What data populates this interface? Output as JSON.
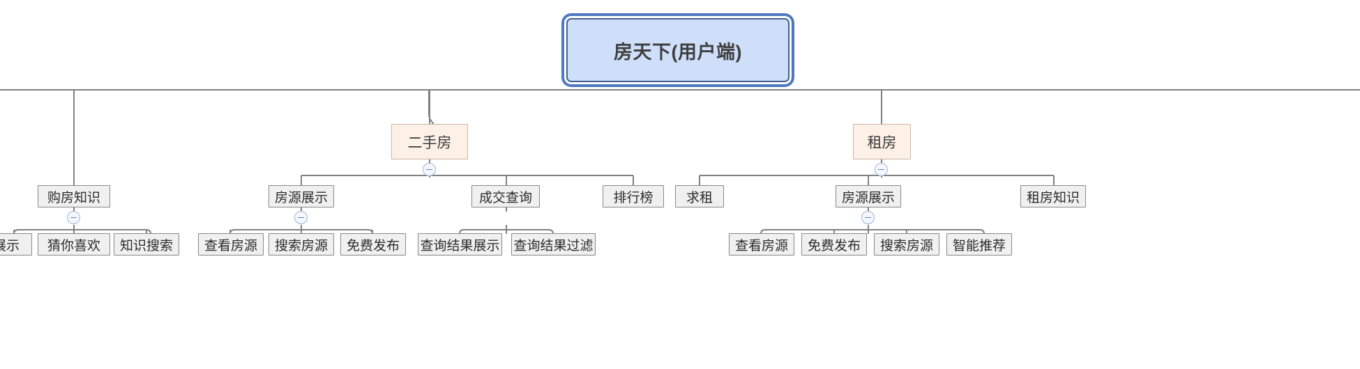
{
  "diagram": {
    "title": "房天下(用户端)",
    "type": "mind-map-tree",
    "colors": {
      "root_fill": "#cfdffa",
      "root_border": "#4e79c1",
      "level2_fill": "#fdf1e7",
      "level2_border": "#c8b4a4",
      "node_fill": "#f0f0f0",
      "node_border": "#888888",
      "edge": "#808080",
      "toggle_border": "#9bb4da"
    },
    "root": {
      "label": "房天下(用户端)"
    },
    "branches": [
      {
        "label": "二手房",
        "toggle": "collapse",
        "children": [
          {
            "label": "房源展示",
            "toggle": "collapse",
            "children": [
              {
                "label": "查看房源"
              },
              {
                "label": "搜索房源"
              },
              {
                "label": "免费发布"
              }
            ]
          },
          {
            "label": "成交查询",
            "toggle": "collapse",
            "children": [
              {
                "label": "查询结果展示"
              },
              {
                "label": "查询结果过滤"
              }
            ]
          },
          {
            "label": "排行榜",
            "children": []
          }
        ]
      },
      {
        "label": "租房",
        "toggle": "collapse",
        "children": [
          {
            "label": "求租",
            "children": []
          },
          {
            "label": "房源展示",
            "toggle": "collapse",
            "children": [
              {
                "label": "查看房源"
              },
              {
                "label": "免费发布"
              },
              {
                "label": "搜索房源"
              },
              {
                "label": "智能推荐"
              }
            ]
          },
          {
            "label": "租房知识",
            "children": []
          }
        ]
      }
    ],
    "clipped_left_branch": {
      "note": "partially visible at left edge",
      "nodes": [
        {
          "label": "购房知识",
          "toggle": "collapse"
        },
        {
          "label": "展示"
        },
        {
          "label": "猜你喜欢"
        },
        {
          "label": "知识搜索"
        }
      ]
    }
  },
  "nodes": {
    "root": "房天下(用户端)",
    "ershoufang": "二手房",
    "zufang": "租房",
    "goufangzhishi": "购房知识",
    "fangyuanzhanshi_1": "房源展示",
    "chengjiaochaxun": "成交查询",
    "paihangbang": "排行榜",
    "qiuzu": "求租",
    "fangyuanzhanshi_2": "房源展示",
    "zufangzhishi": "租房知识",
    "zhanshi": "展示",
    "cainixihuan": "猜你喜欢",
    "zhishisousuo": "知识搜索",
    "chakanfangyuan_1": "查看房源",
    "sousuofangyuan_1": "搜索房源",
    "mianfeifabu_1": "免费发布",
    "chaxunjieguozhanshi": "查询结果展示",
    "chaxunjieguoguolv": "查询结果过滤",
    "chakanfangyuan_2": "查看房源",
    "mianfeifabu_2": "免费发布",
    "sousuofangyuan_2": "搜索房源",
    "zhinengtuijian": "智能推荐"
  }
}
